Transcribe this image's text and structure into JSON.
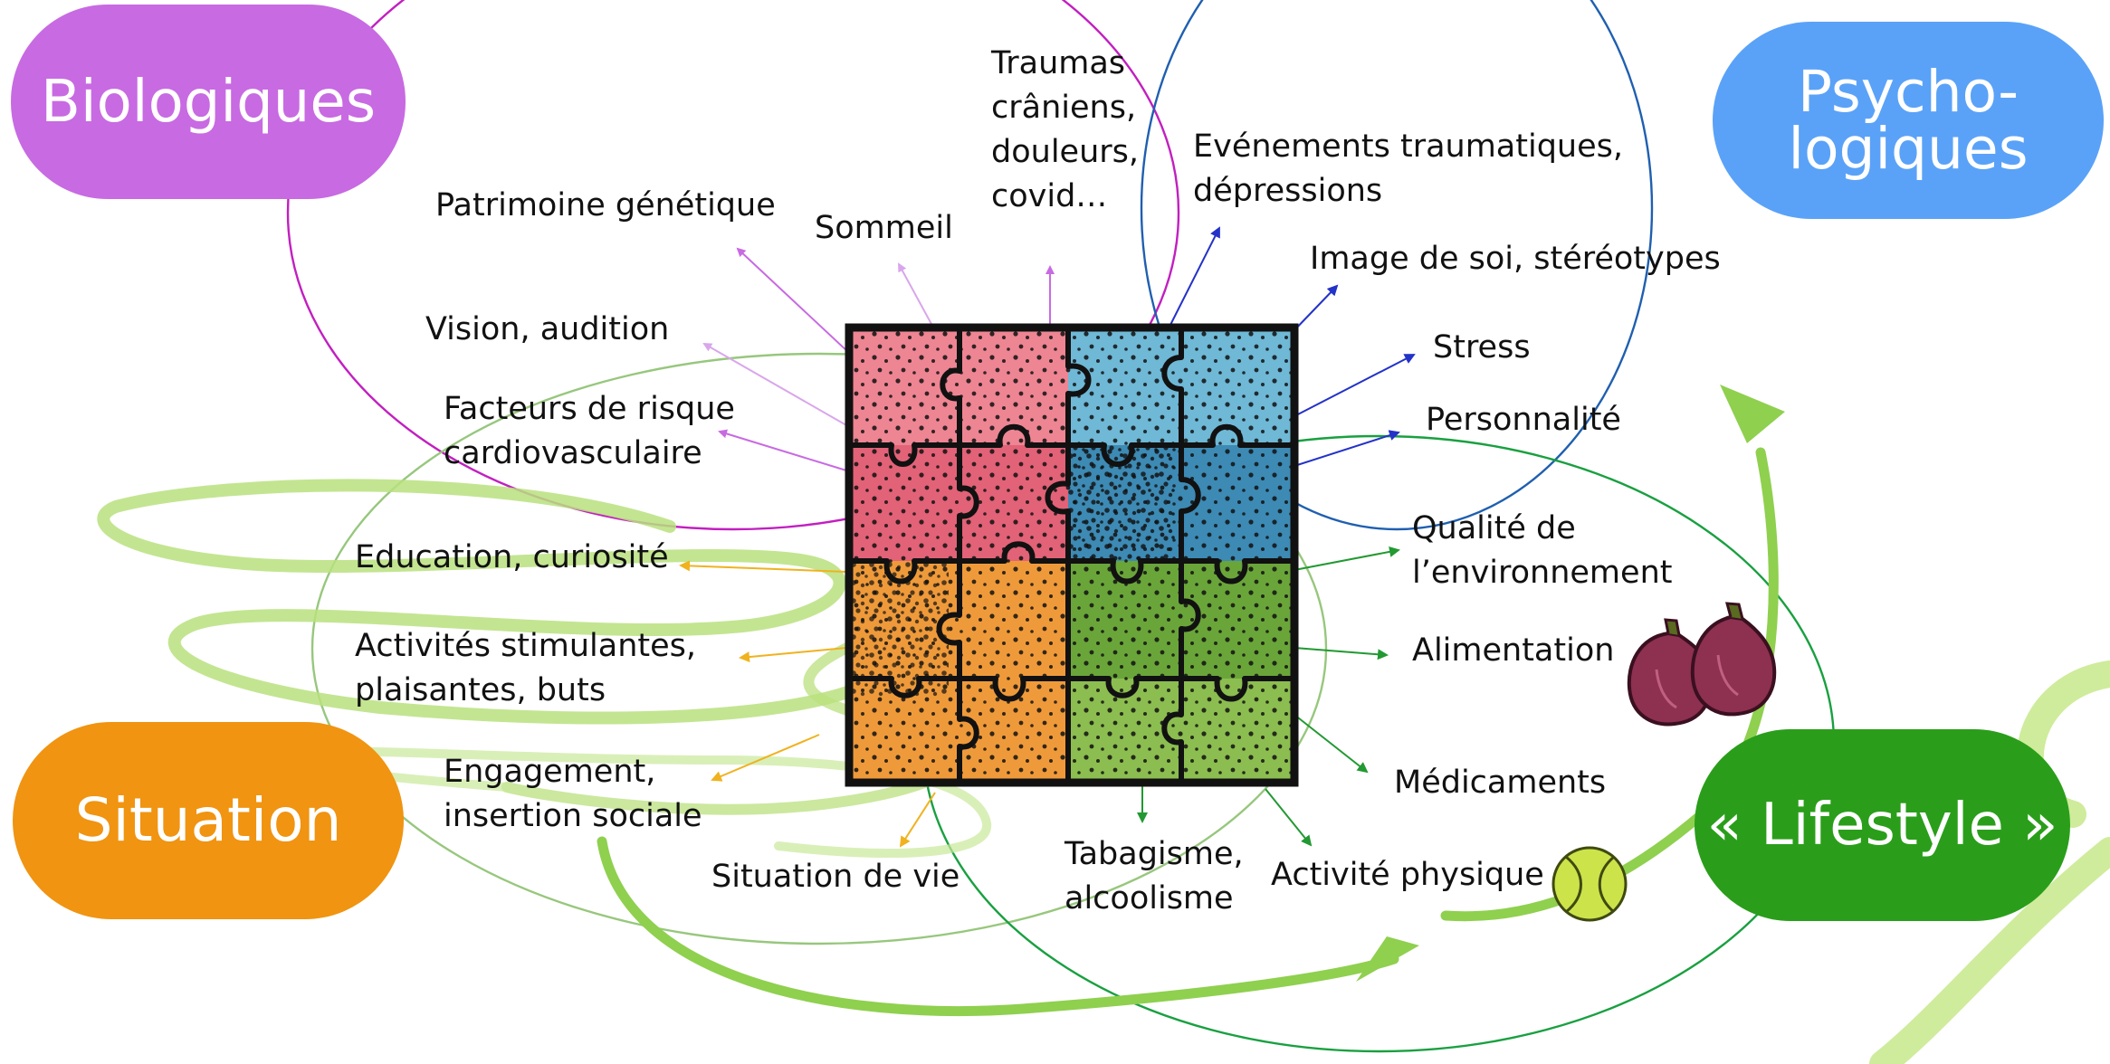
{
  "categories": {
    "biological": {
      "label": "Biologiques",
      "color": "#c86ae2"
    },
    "psychological": {
      "label_line1": "Psycho-",
      "label_line2": "logiques",
      "color": "#5aa2f8"
    },
    "situation": {
      "label": "Situation",
      "color": "#f09411"
    },
    "lifestyle": {
      "label": "« Lifestyle »",
      "color": "#2a9e1a"
    }
  },
  "factors": {
    "traumas": [
      "Traumas",
      "crâniens,",
      "douleurs,",
      "covid…"
    ],
    "sommeil": "Sommeil",
    "patrimoine": "Patrimoine génétique",
    "vision": "Vision, audition",
    "risque": [
      "Facteurs de risque",
      "cardiovasculaire"
    ],
    "evenements": [
      "Evénements traumatiques,",
      "dépressions"
    ],
    "image": "Image de soi, stéréotypes",
    "stress": "Stress",
    "personnalite": "Personnalité",
    "education": "Education, curiosité",
    "activites": [
      "Activités stimulantes,",
      "plaisantes, buts"
    ],
    "engagement": [
      "Engagement,",
      "insertion sociale"
    ],
    "situation_vie": "Situation de vie",
    "tabagisme": [
      "Tabagisme,",
      "alcoolisme"
    ],
    "activite_physique": "Activité physique",
    "medicaments": "Médicaments",
    "alimentation": "Alimentation",
    "qualite": [
      "Qualité de",
      "l’environnement"
    ]
  },
  "puzzle_colors": {
    "bio_top": "#ee8593",
    "bio_bottom": "#e26277",
    "psy_top": "#6fb8d6",
    "psy_bottom": "#3d8ab4",
    "situation": "#ef9a3a",
    "lifestyle_dark": "#6aa53a",
    "lifestyle_light": "#8cbd50"
  }
}
